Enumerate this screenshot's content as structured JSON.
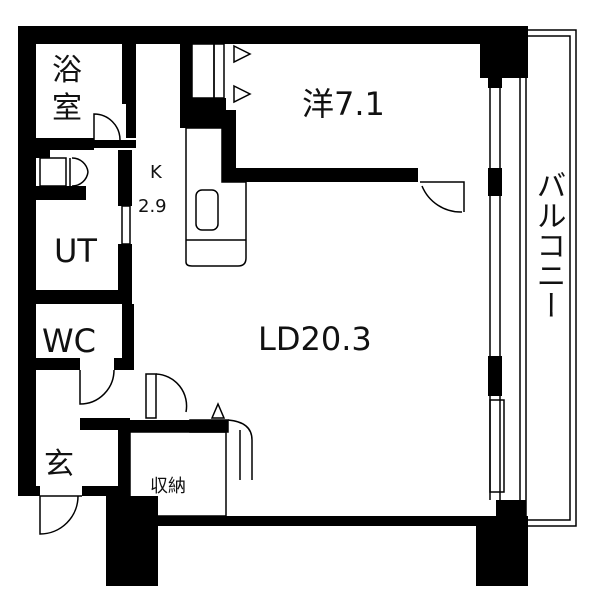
{
  "rooms": {
    "bath": "浴室",
    "western_room": "洋7.1",
    "kitchen_letter": "K",
    "kitchen_size": "2.9",
    "utility": "UT",
    "balcony": "バルコニー",
    "living_dining": "LD20.3",
    "toilet": "WC",
    "entrance": "玄",
    "storage": "収納"
  },
  "colors": {
    "wall": "#000000",
    "fixture": "#555555",
    "background": "#ffffff"
  }
}
